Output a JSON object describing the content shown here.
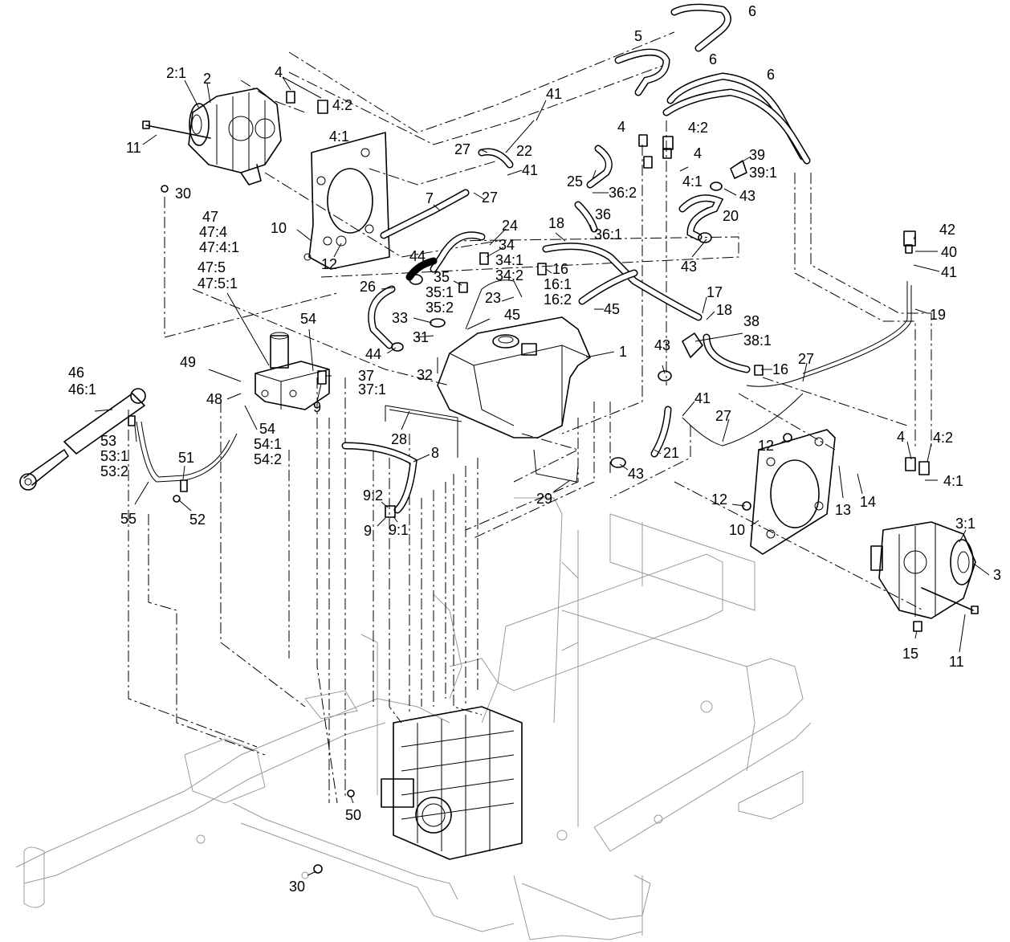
{
  "callouts": [
    {
      "id": "c-2-1",
      "text": "2:1"
    },
    {
      "id": "c-2",
      "text": "2"
    },
    {
      "id": "c-4a",
      "text": "4"
    },
    {
      "id": "c-4-2a",
      "text": "4:2"
    },
    {
      "id": "c-4-1a",
      "text": "4:1"
    },
    {
      "id": "c-11a",
      "text": "11"
    },
    {
      "id": "c-30a",
      "text": "30"
    },
    {
      "id": "c-47",
      "text": "47"
    },
    {
      "id": "c-47-4",
      "text": "47:4"
    },
    {
      "id": "c-47-4-1",
      "text": "47:4:1"
    },
    {
      "id": "c-47-5",
      "text": "47:5"
    },
    {
      "id": "c-47-5-1",
      "text": "47:5:1"
    },
    {
      "id": "c-10a",
      "text": "10"
    },
    {
      "id": "c-12a",
      "text": "12"
    },
    {
      "id": "c-5",
      "text": "5"
    },
    {
      "id": "c-6a",
      "text": "6"
    },
    {
      "id": "c-6b",
      "text": "6"
    },
    {
      "id": "c-6c",
      "text": "6"
    },
    {
      "id": "c-41a",
      "text": "41"
    },
    {
      "id": "c-41b",
      "text": "41"
    },
    {
      "id": "c-22",
      "text": "22"
    },
    {
      "id": "c-27a",
      "text": "27"
    },
    {
      "id": "c-27b",
      "text": "27"
    },
    {
      "id": "c-7",
      "text": "7"
    },
    {
      "id": "c-25",
      "text": "25"
    },
    {
      "id": "c-36-2",
      "text": "36:2"
    },
    {
      "id": "c-36",
      "text": "36"
    },
    {
      "id": "c-36-1",
      "text": "36:1"
    },
    {
      "id": "c-4b",
      "text": "4"
    },
    {
      "id": "c-4-2b",
      "text": "4:2"
    },
    {
      "id": "c-4c",
      "text": "4"
    },
    {
      "id": "c-4-1b",
      "text": "4:1"
    },
    {
      "id": "c-39",
      "text": "39"
    },
    {
      "id": "c-39-1",
      "text": "39:1"
    },
    {
      "id": "c-43a",
      "text": "43"
    },
    {
      "id": "c-20",
      "text": "20"
    },
    {
      "id": "c-43b",
      "text": "43"
    },
    {
      "id": "c-24",
      "text": "24"
    },
    {
      "id": "c-34",
      "text": "34"
    },
    {
      "id": "c-34-1",
      "text": "34:1"
    },
    {
      "id": "c-34-2",
      "text": "34:2"
    },
    {
      "id": "c-18a",
      "text": "18"
    },
    {
      "id": "c-16a",
      "text": "16"
    },
    {
      "id": "c-16-1",
      "text": "16:1"
    },
    {
      "id": "c-16-2",
      "text": "16:2"
    },
    {
      "id": "c-44a",
      "text": "44"
    },
    {
      "id": "c-26",
      "text": "26"
    },
    {
      "id": "c-35",
      "text": "35"
    },
    {
      "id": "c-35-1",
      "text": "35:1"
    },
    {
      "id": "c-35-2",
      "text": "35:2"
    },
    {
      "id": "c-23",
      "text": "23"
    },
    {
      "id": "c-45a",
      "text": "45"
    },
    {
      "id": "c-45b",
      "text": "45"
    },
    {
      "id": "c-33",
      "text": "33"
    },
    {
      "id": "c-31",
      "text": "31"
    },
    {
      "id": "c-44b",
      "text": "44"
    },
    {
      "id": "c-32",
      "text": "32"
    },
    {
      "id": "c-1",
      "text": "1"
    },
    {
      "id": "c-17",
      "text": "17"
    },
    {
      "id": "c-18b",
      "text": "18"
    },
    {
      "id": "c-38",
      "text": "38"
    },
    {
      "id": "c-38-1",
      "text": "38:1"
    },
    {
      "id": "c-42",
      "text": "42"
    },
    {
      "id": "c-40",
      "text": "40"
    },
    {
      "id": "c-41c",
      "text": "41"
    },
    {
      "id": "c-19",
      "text": "19"
    },
    {
      "id": "c-54a",
      "text": "54"
    },
    {
      "id": "c-49",
      "text": "49"
    },
    {
      "id": "c-48",
      "text": "48"
    },
    {
      "id": "c-37",
      "text": "37"
    },
    {
      "id": "c-37-1",
      "text": "37:1"
    },
    {
      "id": "c-9a",
      "text": "9"
    },
    {
      "id": "c-54b",
      "text": "54"
    },
    {
      "id": "c-54-1",
      "text": "54:1"
    },
    {
      "id": "c-54-2",
      "text": "54:2"
    },
    {
      "id": "c-46",
      "text": "46"
    },
    {
      "id": "c-46-1",
      "text": "46:1"
    },
    {
      "id": "c-53",
      "text": "53"
    },
    {
      "id": "c-53-1",
      "text": "53:1"
    },
    {
      "id": "c-53-2",
      "text": "53:2"
    },
    {
      "id": "c-51",
      "text": "51"
    },
    {
      "id": "c-55",
      "text": "55"
    },
    {
      "id": "c-52",
      "text": "52"
    },
    {
      "id": "c-28",
      "text": "28"
    },
    {
      "id": "c-8",
      "text": "8"
    },
    {
      "id": "c-9-2",
      "text": "9:2"
    },
    {
      "id": "c-9b",
      "text": "9"
    },
    {
      "id": "c-9-1",
      "text": "9:1"
    },
    {
      "id": "c-43c",
      "text": "43"
    },
    {
      "id": "c-41d",
      "text": "41"
    },
    {
      "id": "c-21",
      "text": "21"
    },
    {
      "id": "c-43d",
      "text": "43"
    },
    {
      "id": "c-29",
      "text": "29"
    },
    {
      "id": "c-27c",
      "text": "27"
    },
    {
      "id": "c-16b",
      "text": "16"
    },
    {
      "id": "c-27d",
      "text": "27"
    },
    {
      "id": "c-12b",
      "text": "12"
    },
    {
      "id": "c-12c",
      "text": "12"
    },
    {
      "id": "c-10b",
      "text": "10"
    },
    {
      "id": "c-13",
      "text": "13"
    },
    {
      "id": "c-14",
      "text": "14"
    },
    {
      "id": "c-4d",
      "text": "4"
    },
    {
      "id": "c-4-2c",
      "text": "4:2"
    },
    {
      "id": "c-4-1c",
      "text": "4:1"
    },
    {
      "id": "c-3-1",
      "text": "3:1"
    },
    {
      "id": "c-3",
      "text": "3"
    },
    {
      "id": "c-15",
      "text": "15"
    },
    {
      "id": "c-11b",
      "text": "11"
    },
    {
      "id": "c-50",
      "text": "50"
    },
    {
      "id": "c-30b",
      "text": "30"
    }
  ]
}
